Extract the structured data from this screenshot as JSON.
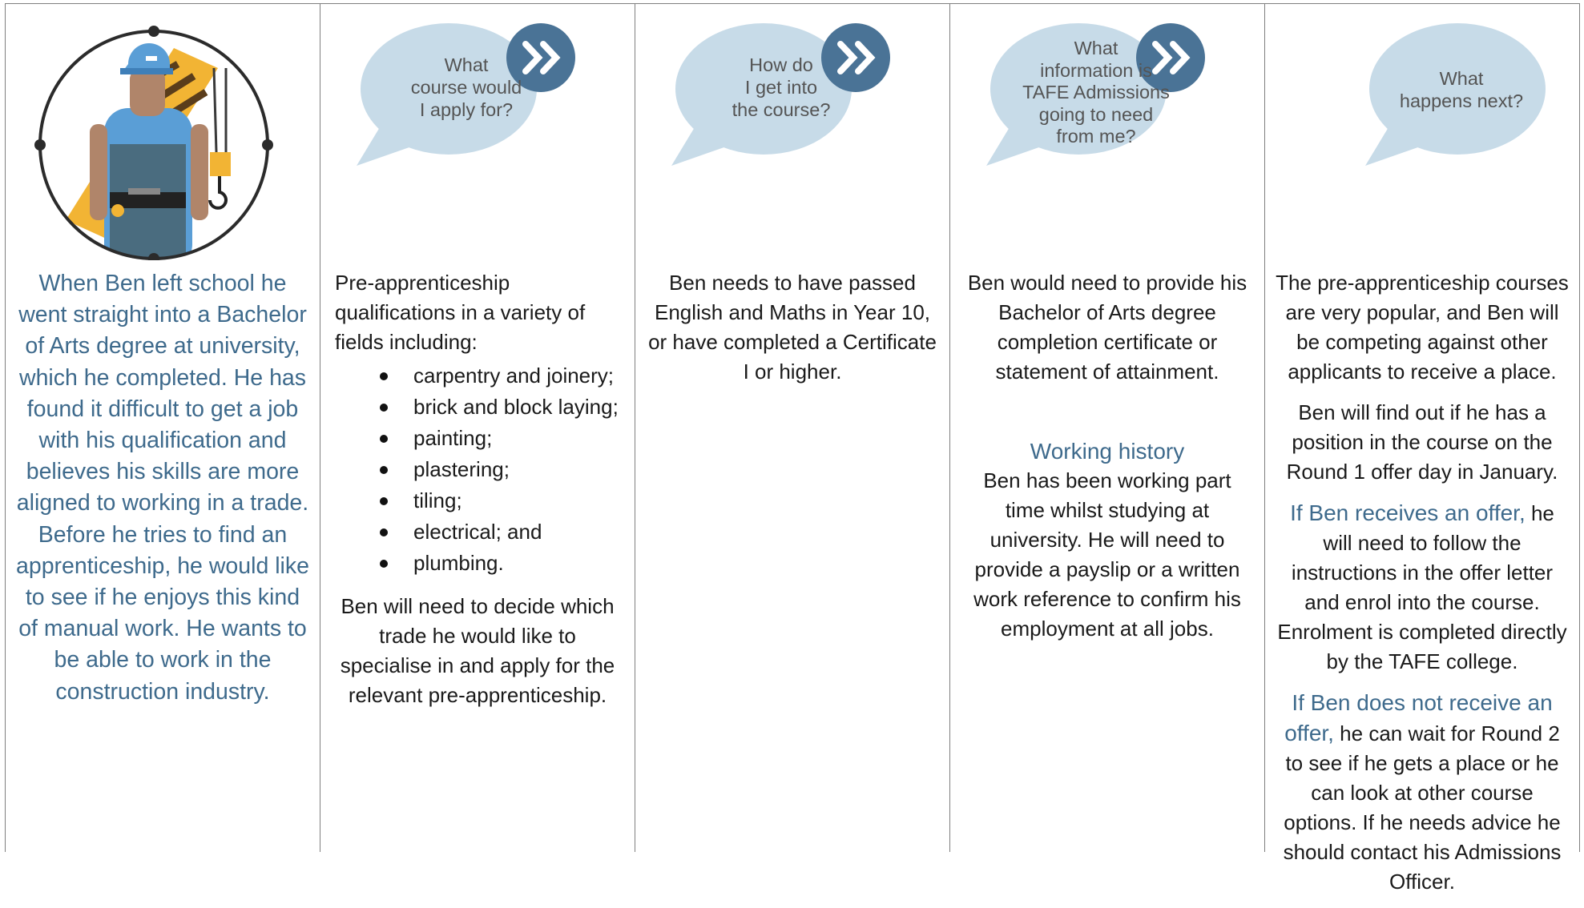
{
  "columns": [
    {
      "intro": "When Ben left school he went straight into a Bachelor of Arts degree at university, which he completed. He has found it difficult to get a job with his qualification and believes his skills are more aligned to working in a trade. Before he tries to find an apprenticeship, he would like to see if he enjoys this kind of manual work. He wants to be able to work in the construction industry."
    },
    {
      "bubble": [
        "What",
        "course would",
        "I apply for?"
      ],
      "lead": "Pre-apprenticeship qualifications in a variety of fields including:",
      "bullets": [
        "carpentry and joinery;",
        "brick and block laying;",
        "painting;",
        "plastering;",
        "tiling;",
        "electrical; and",
        "plumbing."
      ],
      "closing": "Ben will need to decide which trade he would like to specialise in and apply for the relevant pre-apprenticeship."
    },
    {
      "bubble": [
        "How do",
        "I get into",
        "the course?"
      ],
      "body": "Ben needs to have passed English and Maths in Year 10, or have completed a Certificate I or higher."
    },
    {
      "bubble": [
        "What",
        "information is",
        "TAFE Admissions",
        "going to need",
        "from me?"
      ],
      "body": "Ben would need to provide his Bachelor of Arts degree completion certificate or statement of attainment.",
      "heading": "Working history",
      "body2": "Ben has been working part time whilst studying at university. He will need to provide a payslip or a written work reference to confirm his employment at all jobs."
    },
    {
      "bubble": [
        "What",
        "happens next?"
      ],
      "p1": "The pre-apprenticeship courses are very popular, and Ben will be competing against other applicants to receive a place.",
      "p2": "Ben will find out if he has a position in the course on the Round 1 offer day in January.",
      "p3_lead": "If Ben receives an offer,",
      "p3_rest": " he will need to follow the instructions in the offer letter and enrol into the course. Enrolment is completed directly by the TAFE college.",
      "p4_lead": "If Ben does not receive an offer,",
      "p4_rest": " he can wait for Round 2 to see if he gets a place or he can look at other course options. If he needs advice he should contact his Admissions Officer."
    }
  ],
  "colors": {
    "accent_blue": "#3e6a8c",
    "bubble": "#c7dbe8",
    "arrow_circle": "#4a7396",
    "crane_yellow": "#f2b434"
  },
  "icons": [
    "worker-illustration",
    "chevron-double-right-icon"
  ]
}
